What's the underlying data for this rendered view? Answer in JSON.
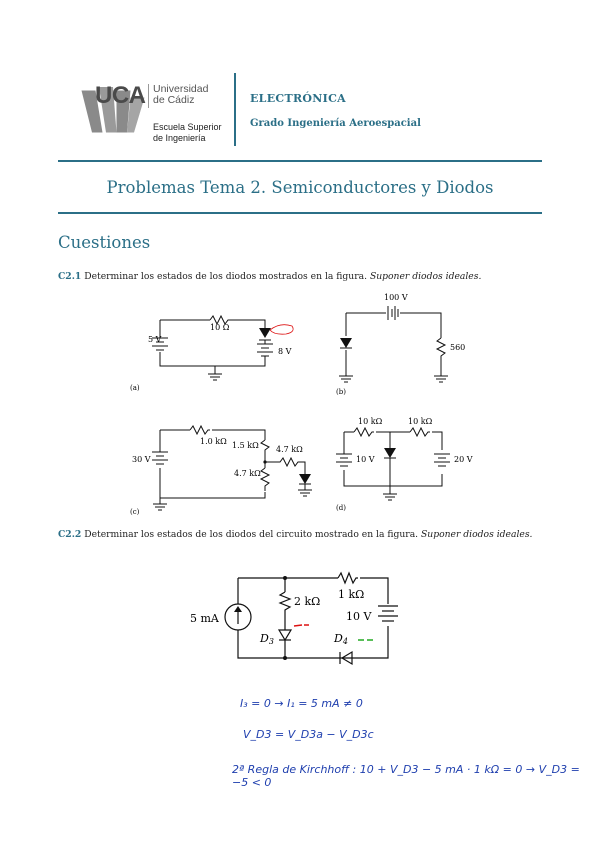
{
  "header": {
    "logo_letters": "UCA",
    "university_line1": "Universidad",
    "university_line2": "de Cádiz",
    "school_line1": "Escuela Superior",
    "school_line2": "de Ingeniería",
    "subject": "ELECTRÓNICA",
    "degree": "Grado Ingeniería Aeroespacial"
  },
  "title": "Problemas Tema 2. Semiconductores y Diodos",
  "section": "Cuestiones",
  "q1": {
    "number": "C2.1",
    "text": " Determinar los estados de los diodos mostrados en la figura. ",
    "note": "Suponer diodos ideales."
  },
  "fig1": {
    "a": {
      "caption": "(a)",
      "source": "5 V",
      "resistor": "10 Ω",
      "battery": "8 V"
    },
    "b": {
      "caption": "(b)",
      "source": "100 V",
      "resistor": "560 Ω"
    },
    "c": {
      "caption": "(c)",
      "source": "30 V",
      "r1": "1.0 kΩ",
      "r2": "1.5 kΩ",
      "r3": "4.7 kΩ",
      "r4": "4.7 kΩ"
    },
    "d": {
      "caption": "(d)",
      "r1": "10 kΩ",
      "r2": "10 kΩ",
      "source1": "10 V",
      "source2": "20 V"
    }
  },
  "q2": {
    "number": "C2.2",
    "text": " Determinar los estados de los diodos del circuito mostrado en la figura. ",
    "note": "Suponer diodos ideales."
  },
  "fig2": {
    "current_source": "5 mA",
    "r_left": "2 kΩ",
    "r_top": "1 kΩ",
    "voltage": "10 V",
    "d3": "D",
    "d3_sub": "3",
    "d4": "D",
    "d4_sub": "4"
  },
  "handwriting": {
    "line1": "I₃ = 0 → I₁ = 5 mA ≠ 0",
    "line2": "V_D3 = V_D3a − V_D3c",
    "line3": "2ª Regla de Kirchhoff : 10 + V_D3 − 5 mA · 1 kΩ = 0 → V_D3 = −5 < 0"
  }
}
